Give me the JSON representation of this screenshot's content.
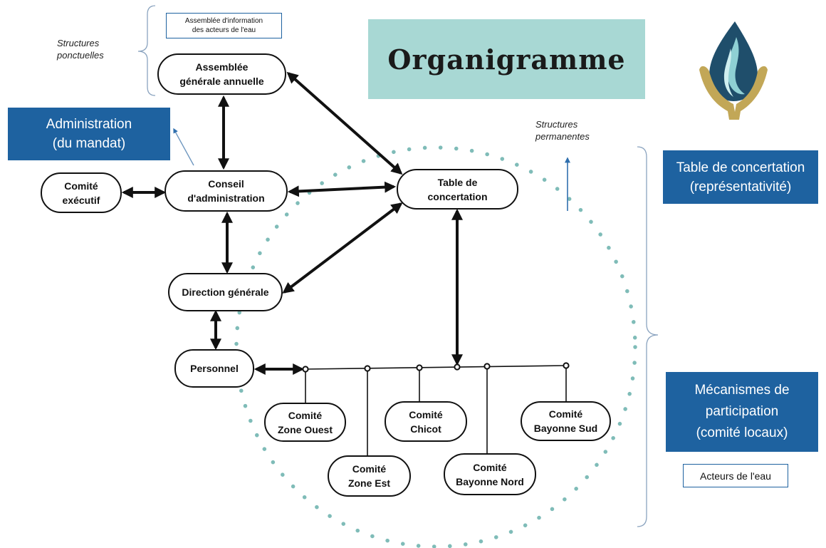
{
  "title": "Organigramme",
  "notes": {
    "ponctuelles": "Structures\nponctuelles",
    "permanentes": "Structures\npermanentes",
    "assemblee_info": "Assemblée d'information\ndes acteurs de l'eau"
  },
  "side_labels": {
    "administration": "Administration\n(du mandat)",
    "table": "Table de concertation\n(représentativité)",
    "mecanismes": "Mécanismes de\nparticipation\n(comité locaux)",
    "acteurs": "Acteurs de l'eau"
  },
  "nodes": {
    "assemblee": "Assemblée\ngénérale annuelle",
    "conseil": "Conseil\nd'administration",
    "comite_exec": "Comité\nexécutif",
    "table": "Table de\nconcertation",
    "direction": "Direction générale",
    "personnel": "Personnel",
    "zone_ouest": "Comité\nZone Ouest",
    "zone_est": "Comité\nZone Est",
    "chicot": "Comité\nChicot",
    "bayonne_nord": "Comité\nBayonne Nord",
    "bayonne_sud": "Comité\nBayonne Sud"
  },
  "colors": {
    "blue": "#1e62a0",
    "teal_box": "#a8d8d4",
    "dots": "#7fbcb8",
    "bracket": "#8aa3bf",
    "logo_dark": "#1f4e6b",
    "logo_light": "#8fd0d4",
    "logo_gold": "#c2a757"
  }
}
